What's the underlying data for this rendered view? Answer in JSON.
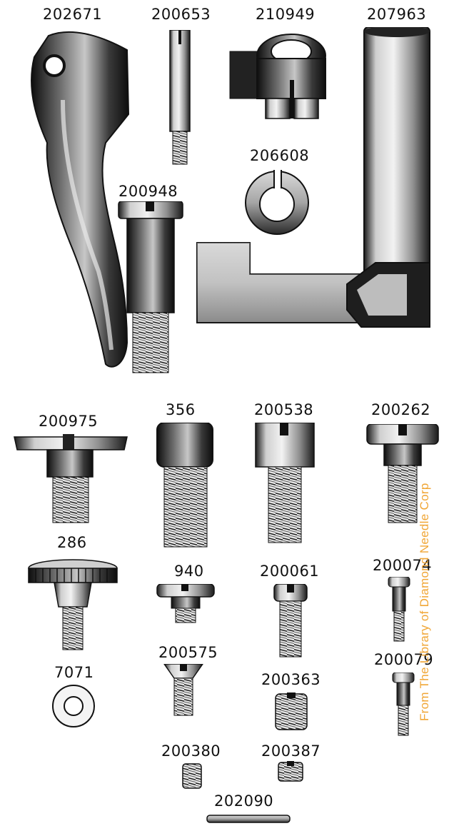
{
  "parts": [
    {
      "id": "p202671",
      "label": "202671",
      "icon": "trigger-lever-icon"
    },
    {
      "id": "p200653",
      "label": "200653",
      "icon": "stud-screw-icon"
    },
    {
      "id": "p210949",
      "label": "210949",
      "icon": "clamp-collar-icon"
    },
    {
      "id": "p207963",
      "label": "207963",
      "icon": "bar-with-arm-icon"
    },
    {
      "id": "p206608",
      "label": "206608",
      "icon": "split-ring-icon"
    },
    {
      "id": "p200948",
      "label": "200948",
      "icon": "shoulder-screw-icon"
    },
    {
      "id": "p200975",
      "label": "200975",
      "icon": "wide-head-screw-icon"
    },
    {
      "id": "p356",
      "label": "356",
      "icon": "square-head-screw-icon"
    },
    {
      "id": "p200538",
      "label": "200538",
      "icon": "slotted-cylinder-screw-icon"
    },
    {
      "id": "p200262",
      "label": "200262",
      "icon": "shoulder-screw-icon"
    },
    {
      "id": "p286",
      "label": "286",
      "icon": "thumb-screw-icon"
    },
    {
      "id": "p940",
      "label": "940",
      "icon": "flat-head-screw-icon"
    },
    {
      "id": "p200061",
      "label": "200061",
      "icon": "cheese-head-screw-icon"
    },
    {
      "id": "p200074",
      "label": "200074",
      "icon": "small-shoulder-screw-icon"
    },
    {
      "id": "p7071",
      "label": "7071",
      "icon": "washer-icon"
    },
    {
      "id": "p200575",
      "label": "200575",
      "icon": "countersunk-screw-icon"
    },
    {
      "id": "p200363",
      "label": "200363",
      "icon": "set-screw-icon"
    },
    {
      "id": "p200079",
      "label": "200079",
      "icon": "small-shoulder-screw-icon"
    },
    {
      "id": "p200380",
      "label": "200380",
      "icon": "small-set-screw-icon"
    },
    {
      "id": "p200387",
      "label": "200387",
      "icon": "small-set-screw-icon"
    },
    {
      "id": "p202090",
      "label": "202090",
      "icon": "pin-icon"
    }
  ],
  "watermark": {
    "text": "From The Library of Diamond Needle Corp",
    "color": "#f0a636"
  },
  "colors": {
    "ink": "#111111",
    "metal_dark": "#2a2a2a",
    "metal_mid": "#8a8a8a",
    "metal_light": "#e4e4e4"
  }
}
